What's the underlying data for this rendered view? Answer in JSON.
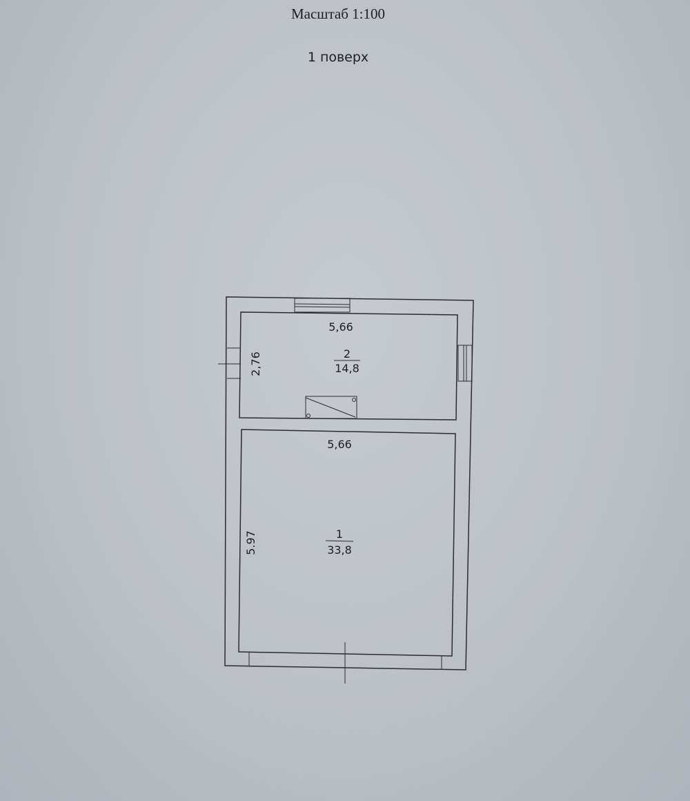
{
  "header": {
    "scale": "Масштаб 1:100",
    "floor": "1 поверх"
  },
  "rooms": [
    {
      "number": "2",
      "area": "14,8",
      "width": "5,66",
      "depth": "2,76"
    },
    {
      "number": "1",
      "area": "33,8",
      "width": "5,66",
      "depth": "5.97"
    }
  ]
}
